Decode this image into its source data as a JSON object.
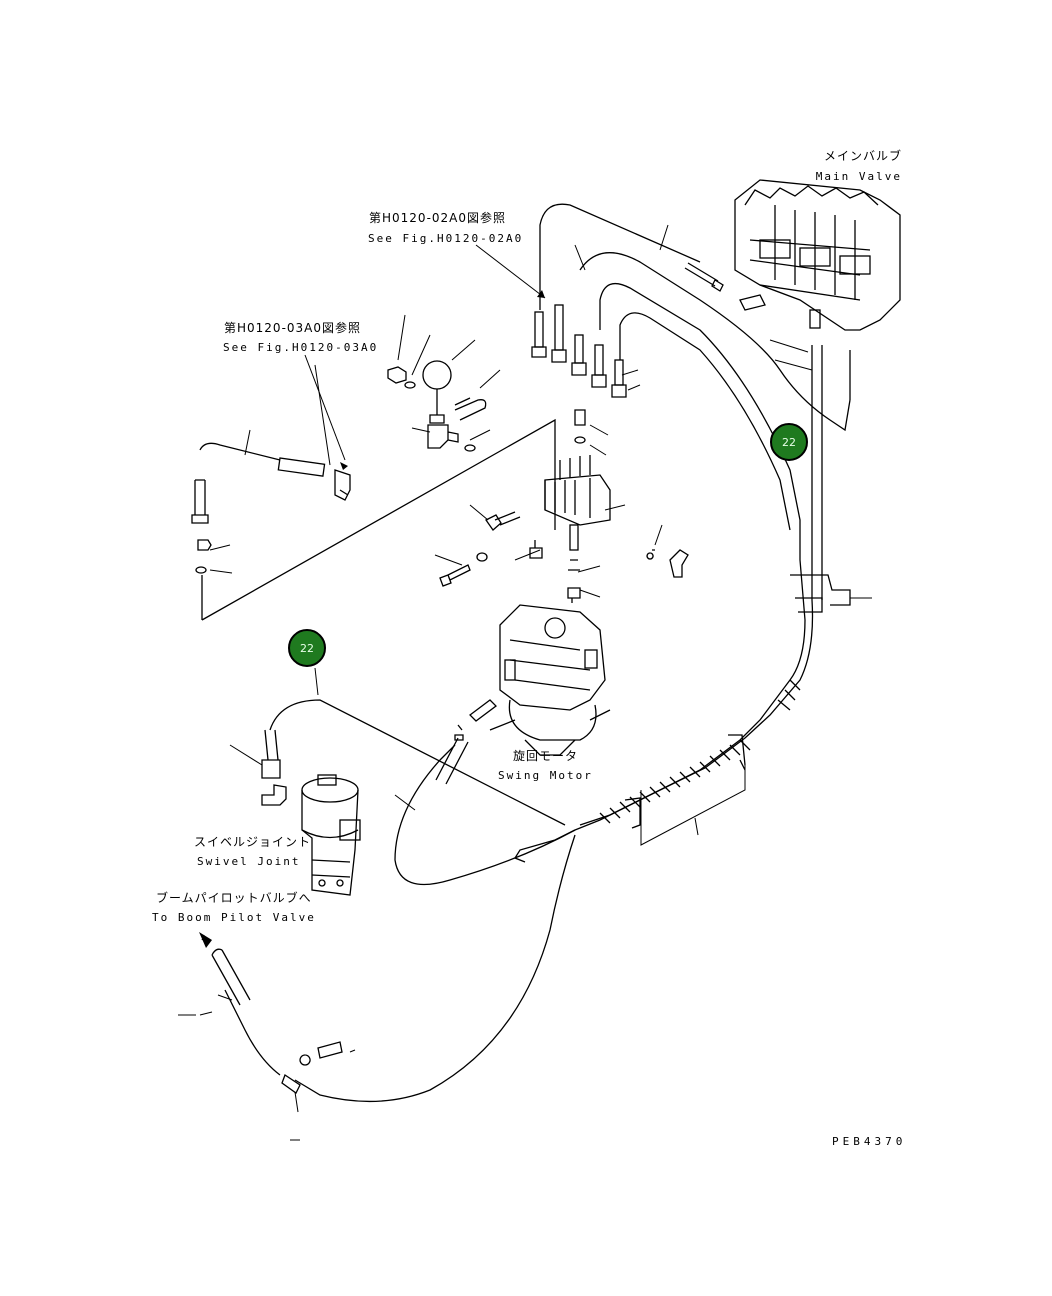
{
  "labels": {
    "main_valve_jp": "メインバルブ",
    "main_valve_en": "Main Valve",
    "see_fig_02_jp": "第H0120-02A0図参照",
    "see_fig_02_en": "See Fig.H0120-02A0",
    "see_fig_03_jp": "第H0120-03A0図参照",
    "see_fig_03_en": "See Fig.H0120-03A0",
    "swing_motor_jp": "旋回モータ",
    "swing_motor_en": "Swing Motor",
    "swivel_joint_jp": "スイベルジョイント",
    "swivel_joint_en": "Swivel Joint",
    "boom_pilot_jp": "ブームパイロットバルブへ",
    "boom_pilot_en": "To Boom Pilot Valve",
    "drawing_code": "PEB4370"
  },
  "callouts": [
    {
      "number": "22",
      "color": "#1f7a1f"
    },
    {
      "number": "22",
      "color": "#1f7a1f"
    }
  ]
}
